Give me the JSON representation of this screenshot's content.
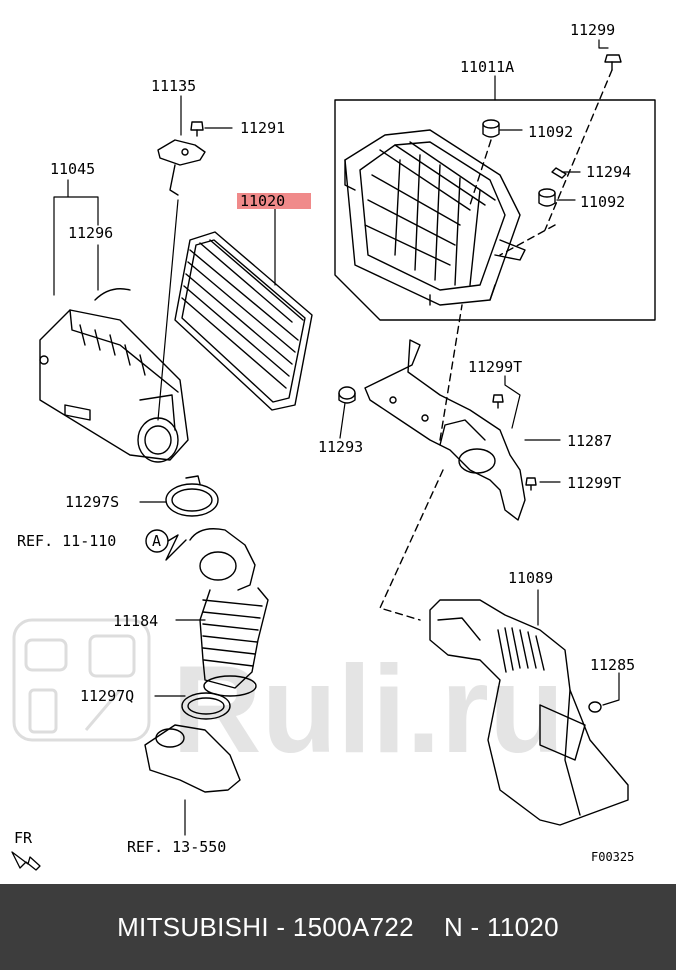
{
  "diagram": {
    "labels": {
      "p11299": "11299",
      "p11011A": "11011A",
      "p11092a": "11092",
      "p11294": "11294",
      "p11092b": "11092",
      "p11135": "11135",
      "p11291": "11291",
      "p11045": "11045",
      "p11020": "11020",
      "p11296": "11296",
      "p11299Ta": "11299T",
      "p11293": "11293",
      "p11287": "11287",
      "p11299Tb": "11299T",
      "p11297S": "11297S",
      "ref11110": "REF. 11-110",
      "refA": "A",
      "p11089": "11089",
      "p11184": "11184",
      "p11285": "11285",
      "p11297Q": "11297Q",
      "ref13550": "REF. 13-550",
      "fr": "FR",
      "code": "F00325"
    },
    "watermark": "Ruli.ru",
    "highlight_color": "#f08a8a"
  },
  "footer": {
    "text": "MITSUBISHI - 1500A722    N - 11020"
  }
}
